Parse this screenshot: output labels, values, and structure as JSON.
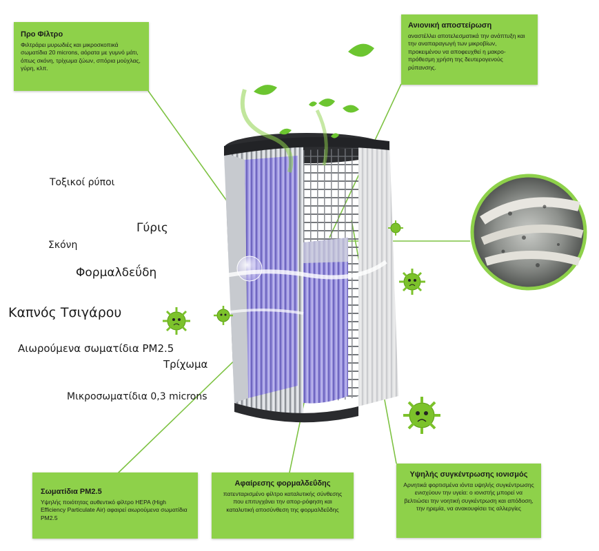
{
  "callouts": {
    "pre_filter": {
      "title": "Προ Φίλτρο",
      "text": "Φιλτράρει μυρωδιές και μικροσκοπικά σωματίδια 20 microns, αόρατα με γυμνό μάτι, όπως σκόνη, τρίχωμα ζώων, σπόρια μούχλας, γύρη, κλπ."
    },
    "antibacterial": {
      "title": "Ανιονική αποστείρωση",
      "text": "αναστέλλει αποτελεσματικά την ανάπτυξη και την αναπαραγωγή των μικροβίων, προκειμένου να αποφευχθεί η μακρο-πρόθεσμη χρήση της δευτερογενούς ρύπανσης."
    },
    "pm25": {
      "title": "Σωματίδια PM2.5",
      "text": "Υψηλής ποιότητας αυθεντικό φίλτρο HEPA (High Efficiency Particulate Air) αφαιρεί αιωρούμενα σωματίδια PM2.5"
    },
    "formaldehyde": {
      "title": "Αφαίρεσης φορμαλδεΰδης",
      "text": "πατενταρισμένο φίλτρο καταλυτικής σύνθεσης που επιτυγχάνει την απορ-ρόφηση και καταλυτική αποσύνθεση της φορμαλδεΰδης"
    },
    "ions": {
      "title": "Υψηλής συγκέντρωσης ιονισμός",
      "text": "Αρνητικά φορτισμένα ιόντα υψηλής συγκέντρωσης ενισχύουν την υγεία: ο ιονιστής μπορεί να βελτιώσει την νοητική συγκέντρωση και απόδοση, την ηρεμία, να ανακουφίσει τις αλλεργίες"
    }
  },
  "pollutants": {
    "toxic": "Τοξικοί ρύποι",
    "pollen": "Γύρις",
    "dust": "Σκόνη",
    "formaldehyde": "Φορμαλδεΰδη",
    "smoke": "Καπνός Τσιγάρου",
    "pm25": "Αιωρούμενα σωματίδια PM2.5",
    "hair": "Τρίχωμα",
    "micro": "Μικροσωματίδια 0,3 microns"
  },
  "colors": {
    "callout_bg": "#8ed14a",
    "leader_line": "#7dc242",
    "filter_purple": "#8f86d6",
    "germ_green": "#7cc22b"
  }
}
